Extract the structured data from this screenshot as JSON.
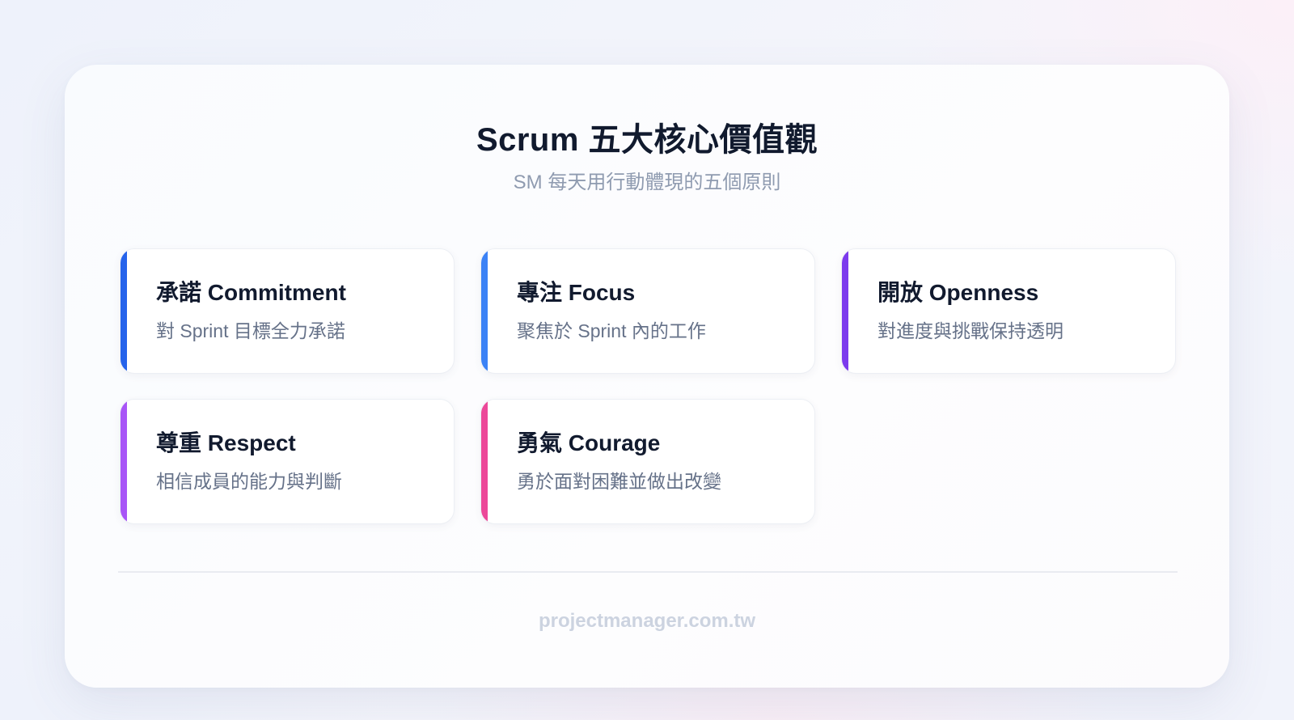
{
  "header": {
    "title": "Scrum 五大核心價值觀",
    "subtitle": "SM 每天用行動體現的五個原則"
  },
  "values": [
    {
      "name": "承諾 Commitment",
      "desc": "對 Sprint 目標全力承諾",
      "accent": "#2563eb"
    },
    {
      "name": "專注 Focus",
      "desc": "聚焦於 Sprint 內的工作",
      "accent": "#3b82f6"
    },
    {
      "name": "開放 Openness",
      "desc": "對進度與挑戰保持透明",
      "accent": "#7c3aed"
    },
    {
      "name": "尊重 Respect",
      "desc": "相信成員的能力與判斷",
      "accent": "#a855f7"
    },
    {
      "name": "勇氣 Courage",
      "desc": "勇於面對困難並做出改變",
      "accent": "#ec4899"
    }
  ],
  "footer": {
    "site": "projectmanager.com.tw"
  }
}
